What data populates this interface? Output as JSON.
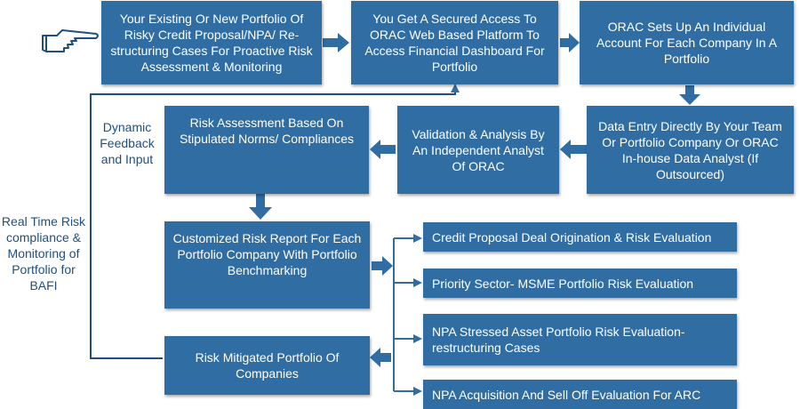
{
  "colors": {
    "box": "#2f6da3",
    "arrow": "#2f6da3",
    "line": "#1f4f80",
    "side_text": "#1f4f80"
  },
  "icons": {
    "start": "pointing-hand-icon"
  },
  "boxes": {
    "existing_portfolio": "Your Existing Or New Portfolio Of Risky Credit Proposal/NPA/ Re-structuring Cases For Proactive Risk Assessment & Monitoring",
    "secured_access": "You Get A Secured Access To ORAC Web Based Platform To Access Financial Dashboard For Portfolio",
    "individual_account": "ORAC Sets Up An Individual Account For Each Company In A Portfolio",
    "data_entry": "Data Entry Directly By Your Team Or Portfolio Company Or ORAC In-house Data Analyst (If Outsourced)",
    "validation": "Validation & Analysis By An Independent Analyst Of ORAC",
    "risk_assessment": "Risk Assessment Based On Stipulated Norms/ Compliances",
    "customized_report": "Customized Risk Report For Each Portfolio Company With Portfolio Benchmarking",
    "risk_mitigated": "Risk Mitigated Portfolio Of Companies",
    "credit_proposal": "Credit Proposal Deal Origination & Risk Evaluation",
    "priority_sector": "Priority Sector- MSME Portfolio Risk Evaluation",
    "npa_stressed": "NPA Stressed Asset Portfolio Risk Evaluation-restructuring Cases",
    "npa_acquisition": "NPA Acquisition And Sell Off Evaluation For ARC"
  },
  "labels": {
    "dynamic_feedback": "Dynamic Feedback and Input",
    "real_time": "Real Time Risk compliance & Monitoring of Portfolio for BAFI"
  }
}
